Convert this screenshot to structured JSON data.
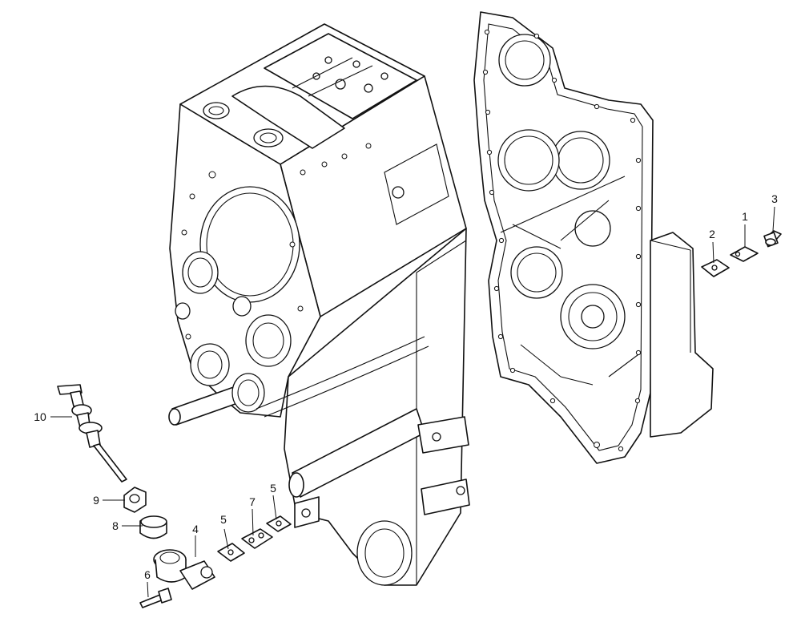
{
  "diagram": {
    "callouts": [
      {
        "id": "c1",
        "text": "1"
      },
      {
        "id": "c2",
        "text": "2"
      },
      {
        "id": "c3",
        "text": "3"
      },
      {
        "id": "c4",
        "text": "4"
      },
      {
        "id": "c5a",
        "text": "5"
      },
      {
        "id": "c5b",
        "text": "5"
      },
      {
        "id": "c6",
        "text": "6"
      },
      {
        "id": "c7",
        "text": "7"
      },
      {
        "id": "c8",
        "text": "8"
      },
      {
        "id": "c9",
        "text": "9"
      },
      {
        "id": "c10",
        "text": "10"
      }
    ]
  }
}
